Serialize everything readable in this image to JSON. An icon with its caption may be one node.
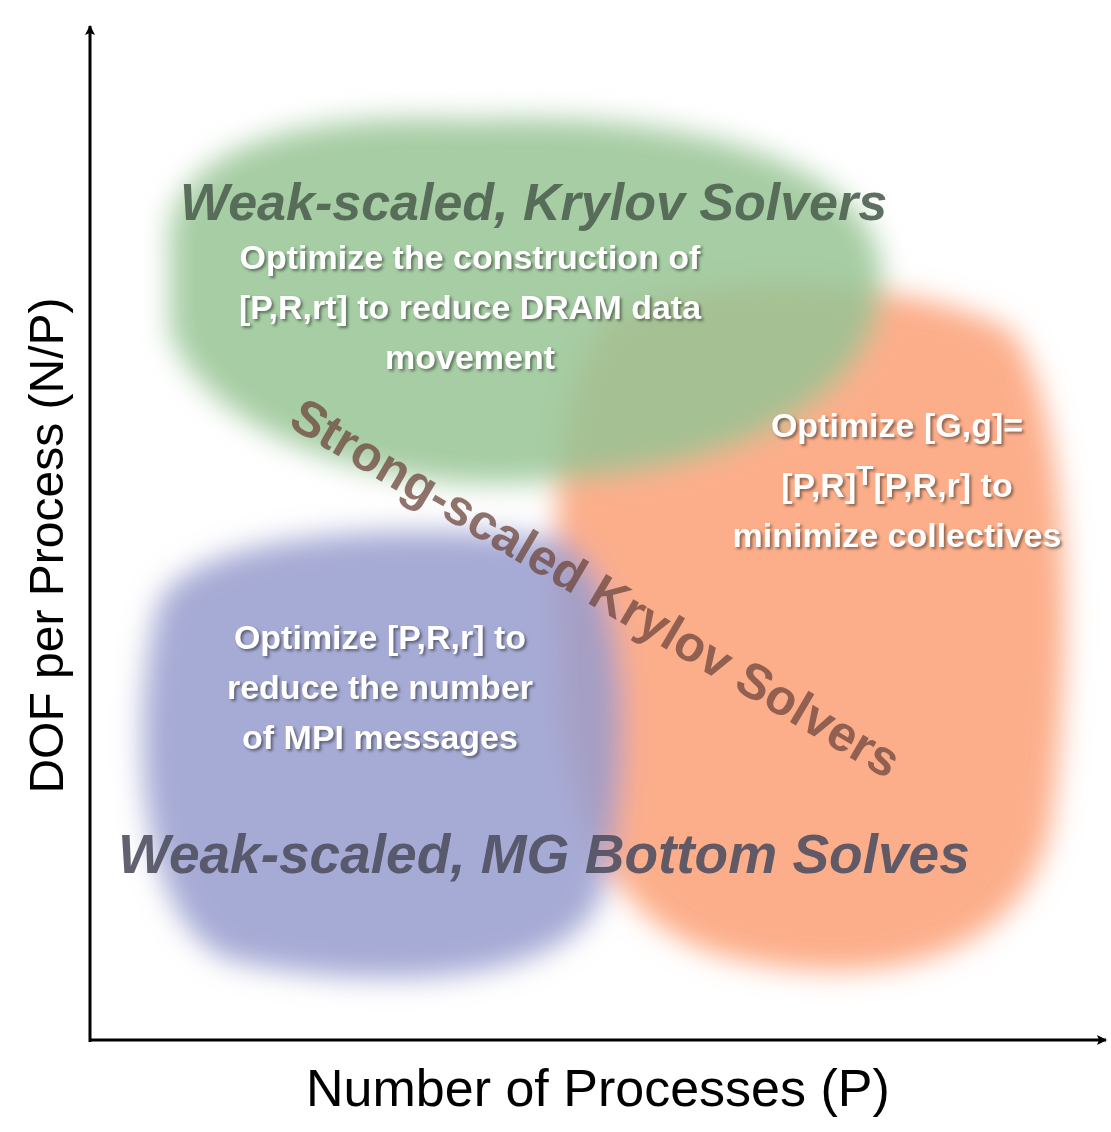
{
  "diagram": {
    "nodes": [
      {
        "text": [
          "Optimize the construction of [P,R,rt] to reduce DRAM data movement"
        ]
      },
      {
        "text": [
          "Optimize [G,g]=[P,R]$^{T}$[P,R,r] to minimize collectives"
        ]
      },
      {
        "text": [
          "Optimize [P,R,r] to reduce the number of MPI messages"
        ]
      }
    ],
    "edges": [],
    "labels": [
      "Weak-scaled, Krylov Solvers",
      "Strong-scaled Krylov Solvers",
      "Weak-scaled, MG Bottom Solves",
      "DOF per Process (N/P)",
      "Number of Processes (P)"
    ]
  }
}
